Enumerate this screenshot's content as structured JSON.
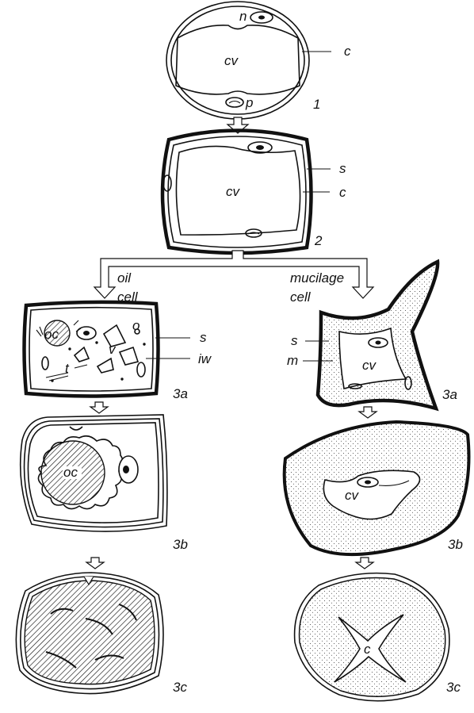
{
  "stage1": {
    "n": "n",
    "cv": "cv",
    "c": "c",
    "p": "p",
    "num": "1"
  },
  "stage2": {
    "cv": "cv",
    "s": "s",
    "c": "c",
    "num": "2"
  },
  "oil": {
    "title_line1": "oil",
    "title_line2": "cell",
    "a": {
      "oc": "oc",
      "o": "o",
      "v": "v",
      "t": "t",
      "s": "s",
      "iw": "iw",
      "num": "3a"
    },
    "b": {
      "oc": "oc",
      "num": "3b"
    },
    "c": {
      "num": "3c"
    }
  },
  "mucilage": {
    "title_line1": "mucilage",
    "title_line2": "cell",
    "a": {
      "s": "s",
      "m": "m",
      "cv": "cv",
      "num": "3a"
    },
    "b": {
      "cv": "cv",
      "num": "3b"
    },
    "c": {
      "c": "c",
      "num": "3c"
    }
  }
}
